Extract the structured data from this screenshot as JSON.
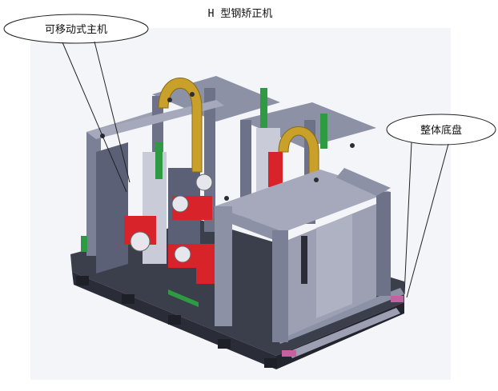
{
  "title": "H 型钢矫正机",
  "callouts": {
    "left": "可移动式主机",
    "right": "整体底盘"
  },
  "colors": {
    "frame": "#8d91a5",
    "frame_dark": "#5c6077",
    "base": "#3b3f4c",
    "roller_red": "#d8232a",
    "hydraulic_green": "#2e9a42",
    "hook_yellow": "#c9a12a",
    "accent_pink": "#c85fa0"
  }
}
